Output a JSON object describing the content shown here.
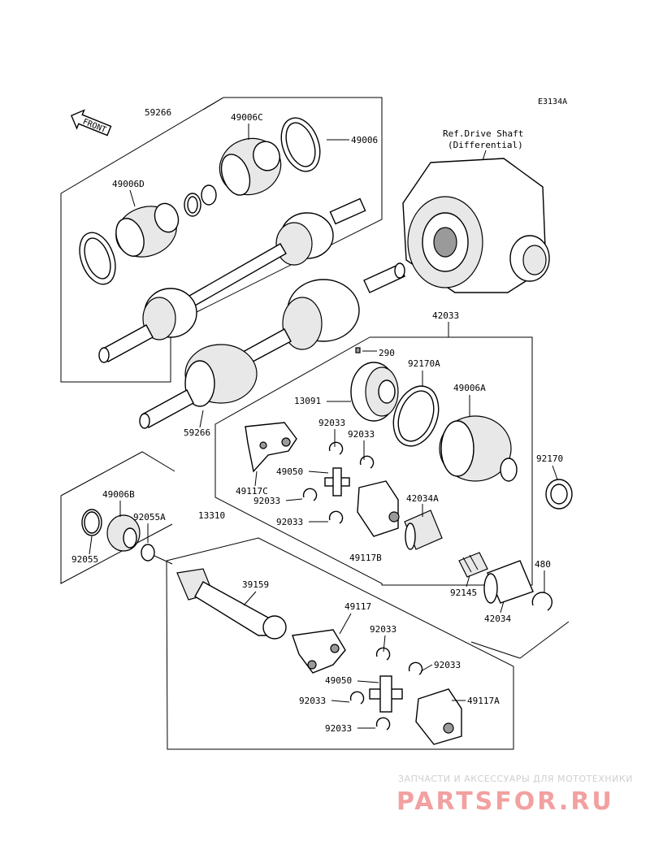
{
  "diagram_code": "E3134A",
  "front_label": "FRONT",
  "ref_line1": "Ref.Drive Shaft",
  "ref_line2": "(Differential)",
  "parts": {
    "p59266_top": "59266",
    "p49006C": "49006C",
    "p49006": "49006",
    "p49006D": "49006D",
    "p59266_bottom": "59266",
    "p42033": "42033",
    "p290": "290",
    "p92170A": "92170A",
    "p13091": "13091",
    "p49006A": "49006A",
    "p92033_a": "92033",
    "p92033_b": "92033",
    "p49050_a": "49050",
    "p49117C": "49117C",
    "p92033_c": "92033",
    "p42034A": "42034A",
    "p92170": "92170",
    "p92033_d": "92033",
    "p49117B": "49117B",
    "p49006B": "49006B",
    "p92055A": "92055A",
    "p13310": "13310",
    "p92055": "92055",
    "p480": "480",
    "p39159": "39159",
    "p92145": "92145",
    "p42034": "42034",
    "p49117": "49117",
    "p92033_e": "92033",
    "p92033_f": "92033",
    "p49050_b": "49050",
    "p92033_g": "92033",
    "p49117A": "49117A",
    "p92033_h": "92033"
  },
  "watermark": {
    "top_text": "ЗАПЧАСТИ И АКСЕССУАРЫ ДЛЯ МОТОТЕХНИКИ",
    "logo_text": "PARTSFOR.RU"
  }
}
